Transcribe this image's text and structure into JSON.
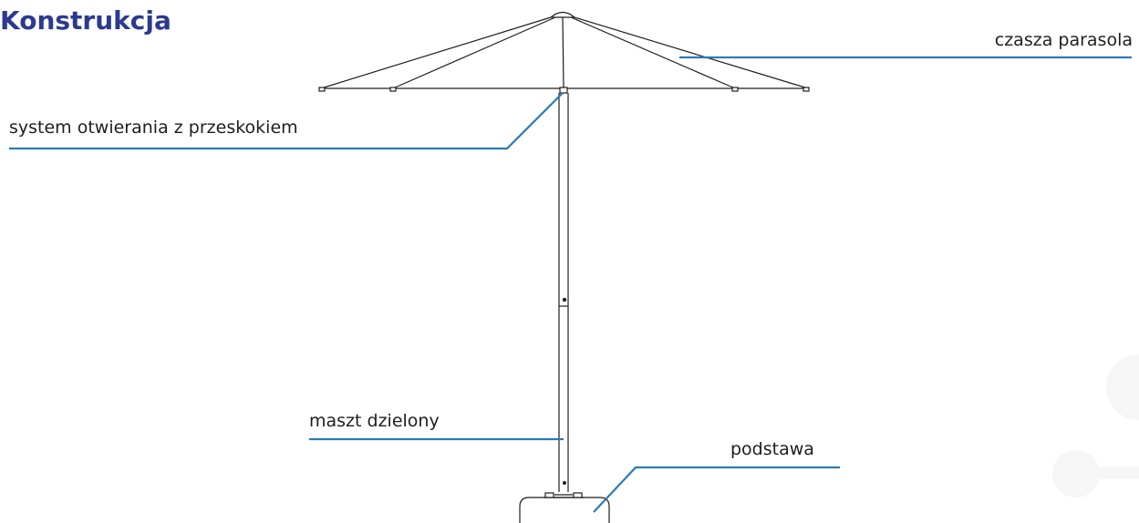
{
  "title": "Konstrukcja",
  "labels": {
    "canopy": "czasza parasola",
    "opening_system": "system otwierania z przeskokiem",
    "mast": "maszt dzielony",
    "base": "podstawa"
  },
  "colors": {
    "title": "#2b3a8f",
    "leader_lines": "#2a7ab8",
    "drawing_lines": "#1e1e1e",
    "text": "#1e1e1e"
  }
}
